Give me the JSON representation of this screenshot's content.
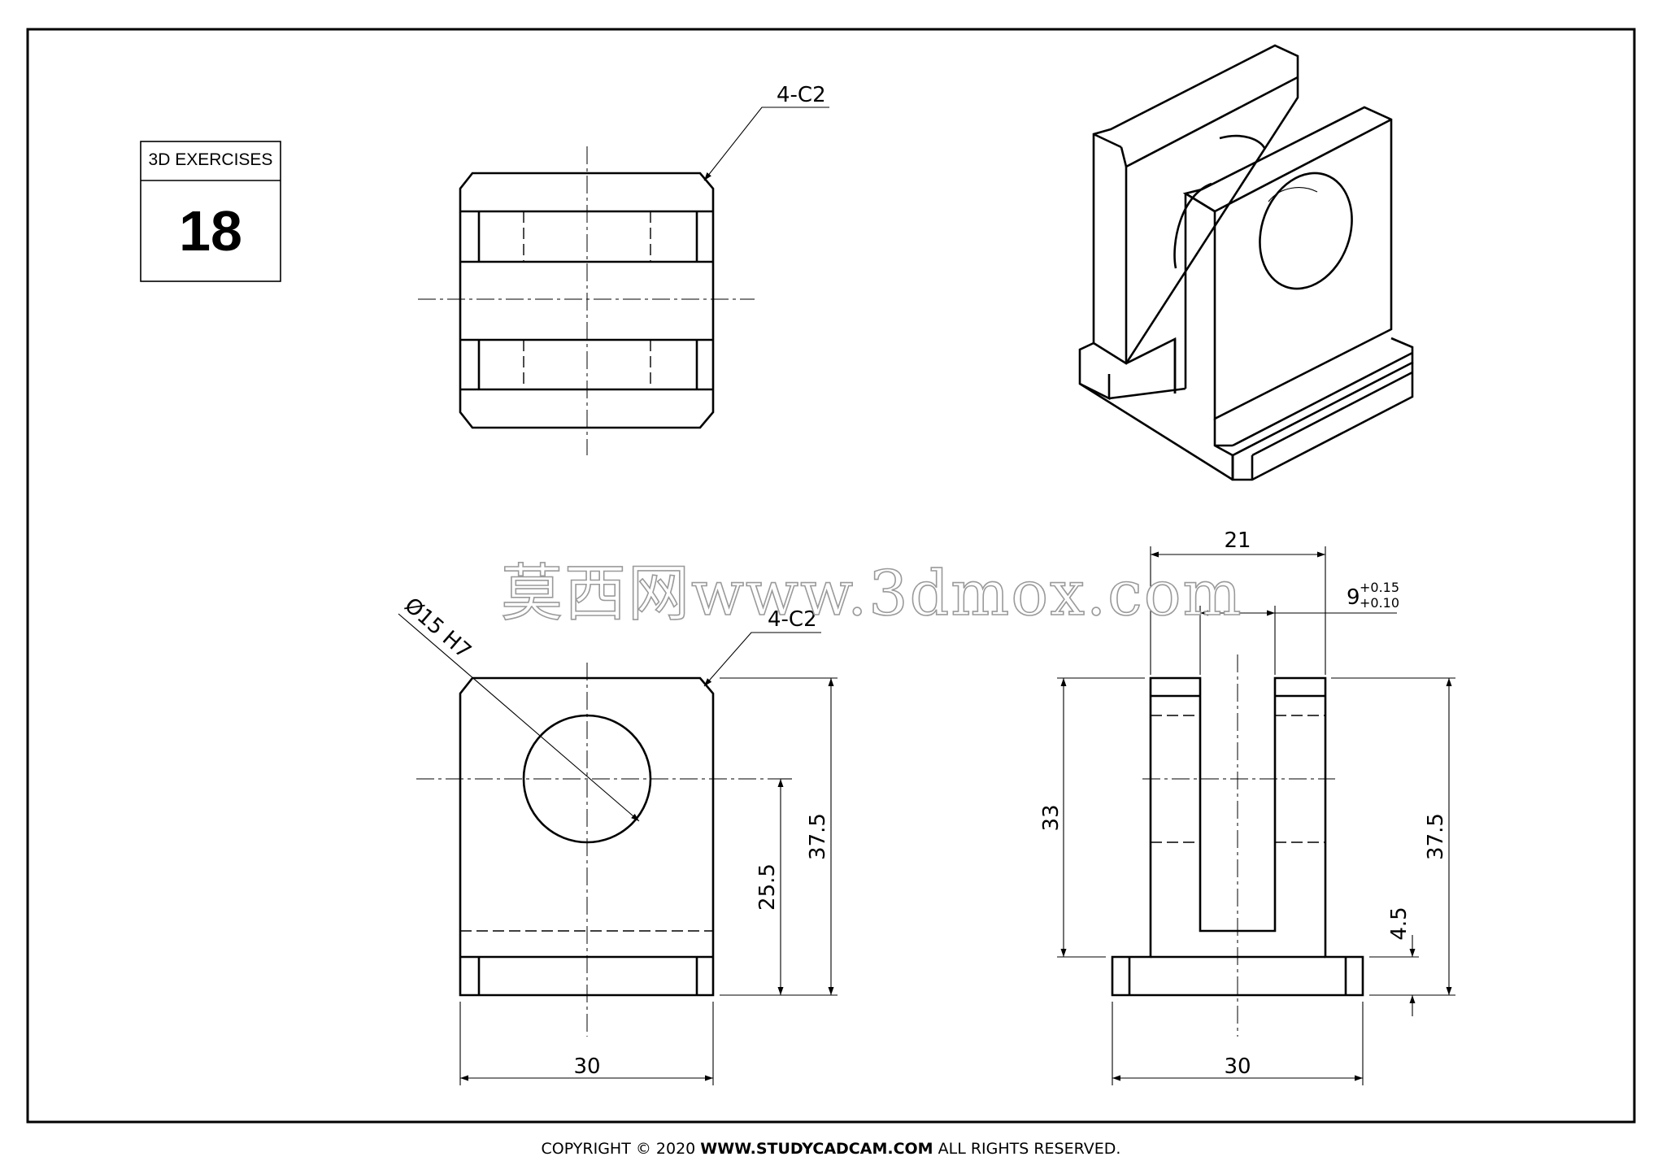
{
  "badge": {
    "label": "3D EXERCISES",
    "number": "18"
  },
  "top_view": {
    "chamfer_note": "4-C2"
  },
  "front_view": {
    "chamfer_note": "4-C2",
    "hole_note": "Ø15 H7",
    "width": "30",
    "height_total": "37.5",
    "hole_center_height": "25.5"
  },
  "side_view": {
    "slot_outer": "21",
    "slot_width": "9",
    "slot_tol_upper": "+0.15",
    "slot_tol_lower": "+0.10",
    "height_inner": "33",
    "height_total": "37.5",
    "base_height": "4.5",
    "width": "30"
  },
  "watermark": "莫西网www.3dmox.com",
  "footer": {
    "prefix": "COPYRIGHT © 2020 ",
    "site": "WWW.STUDYCADCAM.COM",
    "suffix": " ALL RIGHTS RESERVED."
  }
}
